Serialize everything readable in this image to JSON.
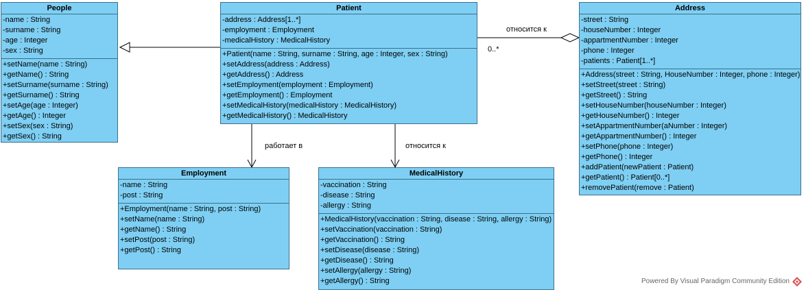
{
  "classes": {
    "people": {
      "name": "People",
      "attributes": [
        "-name : String",
        "-surname : String",
        "-age : Integer",
        "-sex : String"
      ],
      "operations": [
        "+setName(name : String)",
        "+getName() : String",
        "+setSurname(surname : String)",
        "+getSurname() : String",
        "+setAge(age : Integer)",
        "+getAge() : Integer",
        "+setSex(sex : String)",
        "+getSex() : String"
      ]
    },
    "patient": {
      "name": "Patient",
      "attributes": [
        "-address : Address[1..*]",
        "-employment : Employment",
        "-medicalHistory : MedicalHistory"
      ],
      "operations": [
        "+Patient(name : String, surname : String, age : Integer, sex : String)",
        "+setAddress(address : Address)",
        "+getAddress() : Address",
        "+setEmployment(employment : Employment)",
        "+getEmployment() : Employment",
        "+setMedicalHistory(medicalHistory : MedicalHistory)",
        "+getMedicalHistory() : MedicalHistory"
      ]
    },
    "address": {
      "name": "Address",
      "attributes": [
        "-street : String",
        "-houseNumber : Integer",
        "-appartmentNumber : Integer",
        "-phone : Integer",
        "-patients : Patient[1..*]"
      ],
      "operations": [
        "+Address(street : String, HouseNumber : Integer, phone : Integer)",
        "+setStreet(street : String)",
        "+getStreet() : String",
        "+setHouseNumber(houseNumber : Integer)",
        "+getHouseNumber() : Integer",
        "+setAppartmentNumber(aNumber : Integer)",
        "+getAppartmentNumber() : Integer",
        "+setPhone(phone : Integer)",
        "+getPhone() : Integer",
        "+addPatient(newPatient : Patient)",
        "+getPatient() : Patient[0..*]",
        "+removePatient(remove : Patient)"
      ]
    },
    "employment": {
      "name": "Employment",
      "attributes": [
        "-name : String",
        "-post : String"
      ],
      "operations": [
        "+Employment(name : String, post : String)",
        "+setName(name : String)",
        "+getName() : String",
        "+setPost(post : String)",
        "+getPost() : String"
      ]
    },
    "medicalHistory": {
      "name": "MedicalHistory",
      "attributes": [
        "-vaccination : String",
        "-disease : String",
        "-allergy : String"
      ],
      "operations": [
        "+MedicalHistory(vaccination : String, disease : String, allergy : String)",
        "+setVaccination(vaccination : String)",
        "+getVaccination() : String",
        "+setDisease(disease : String)",
        "+getDisease() : String",
        "+setAllergy(allergy : String)",
        "+getAllergy() : String"
      ]
    }
  },
  "relations": {
    "patient_address_label": "относится к",
    "patient_address_multiplicity": "0..*",
    "patient_employment_label": "работает в",
    "patient_medical_label": "относится к"
  },
  "footer": {
    "text": "Powered By  Visual Paradigm Community Edition"
  },
  "colors": {
    "class_fill": "#7ecff3",
    "class_border": "#3b6f8c",
    "logo": "#d9534f"
  }
}
